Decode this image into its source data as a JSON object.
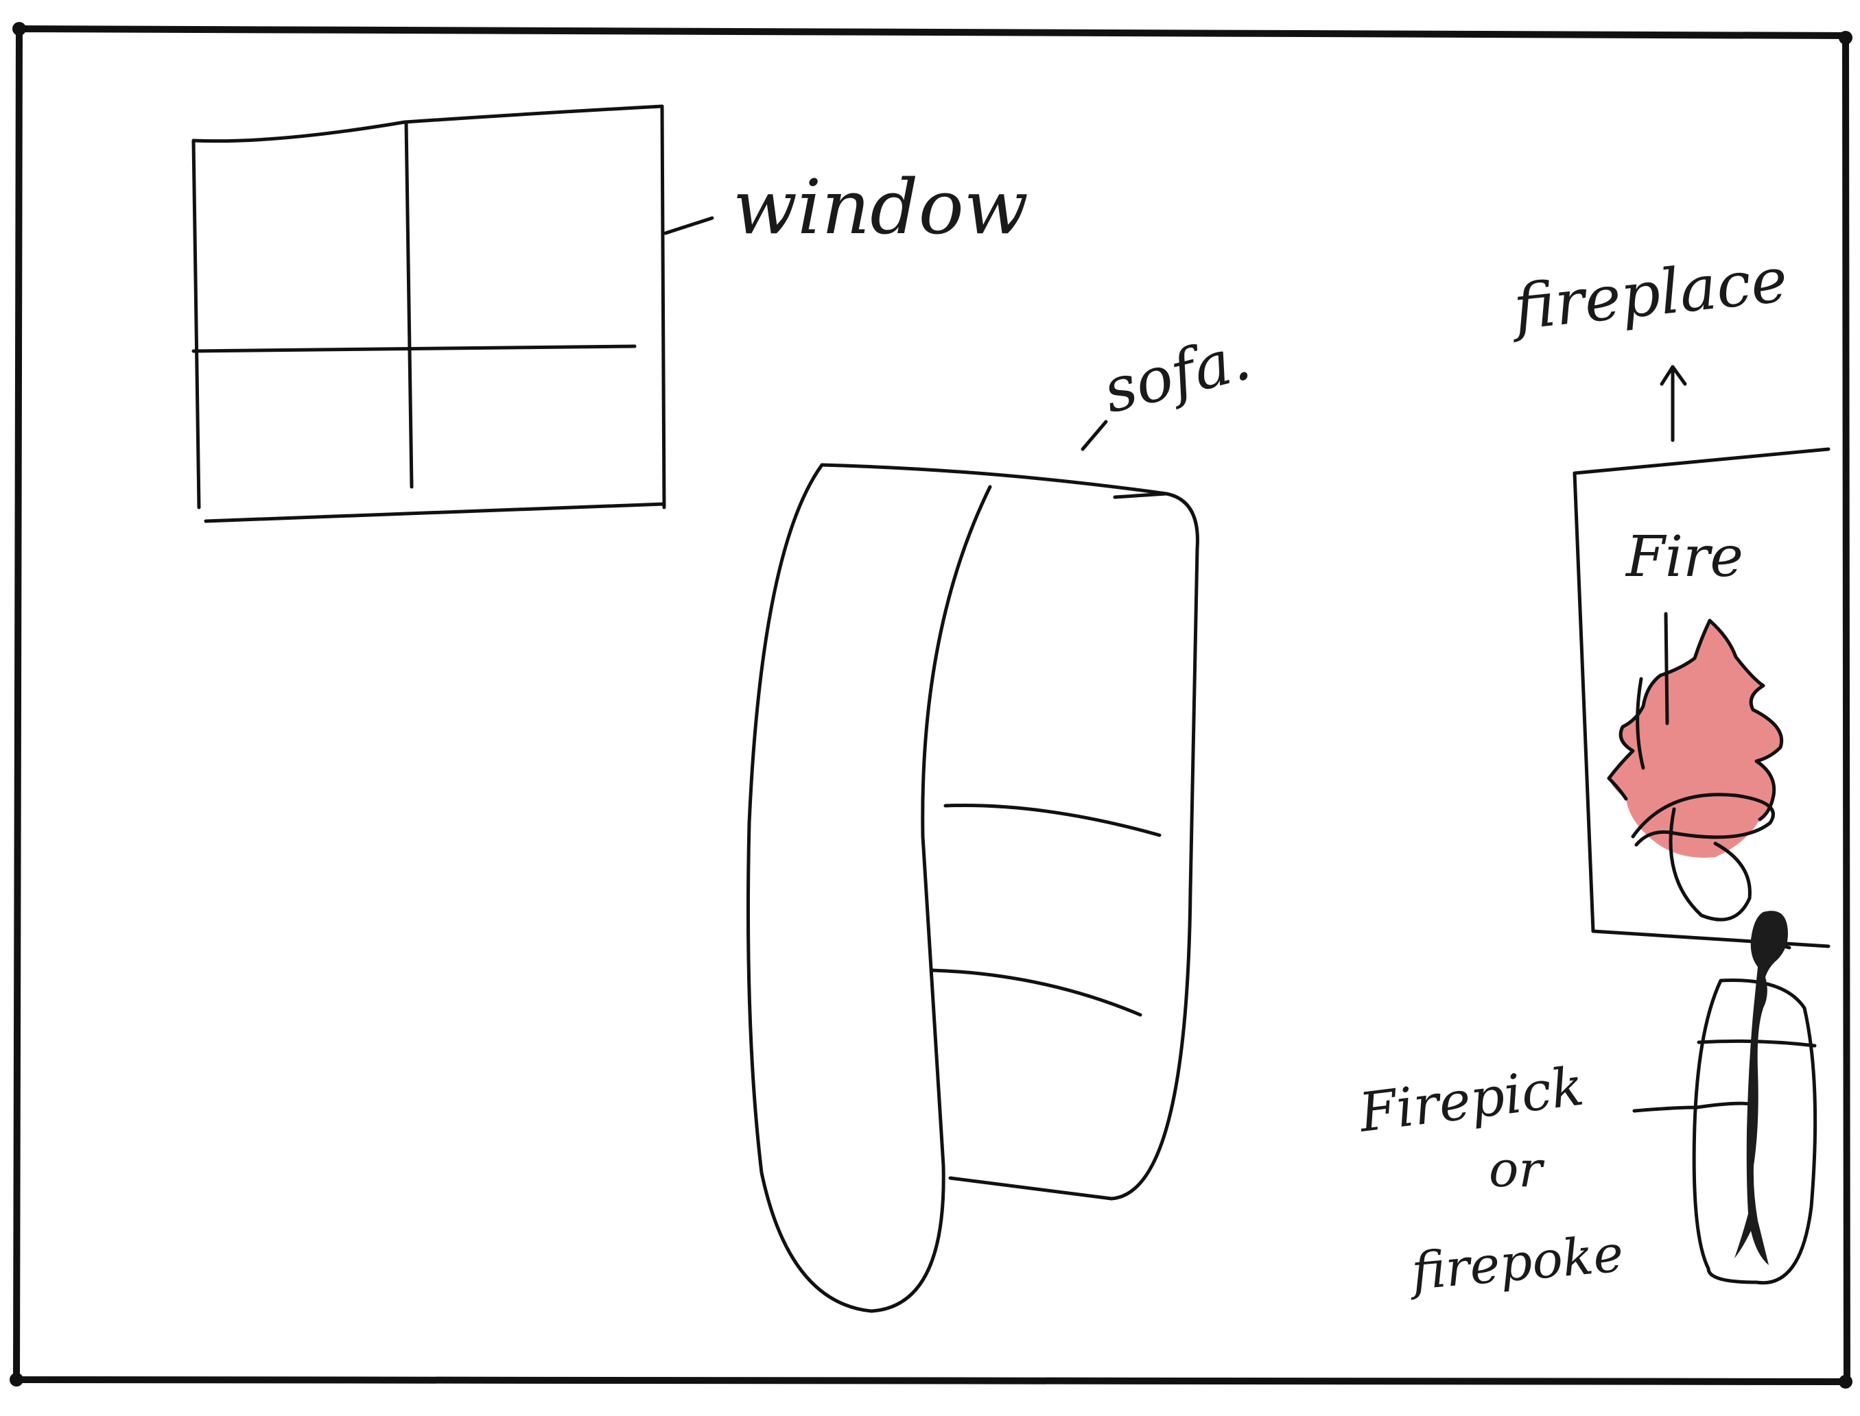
{
  "labels": {
    "window": "window",
    "sofa": "sofa.",
    "fireplace": "fireplace",
    "fire": "Fire",
    "firepick_line1": "Firepick",
    "firepick_line2": "or",
    "firepick_line3": "firepoke"
  },
  "colors": {
    "ink": "#111111",
    "paper": "#ffffff",
    "fire": "#e46a6a"
  }
}
